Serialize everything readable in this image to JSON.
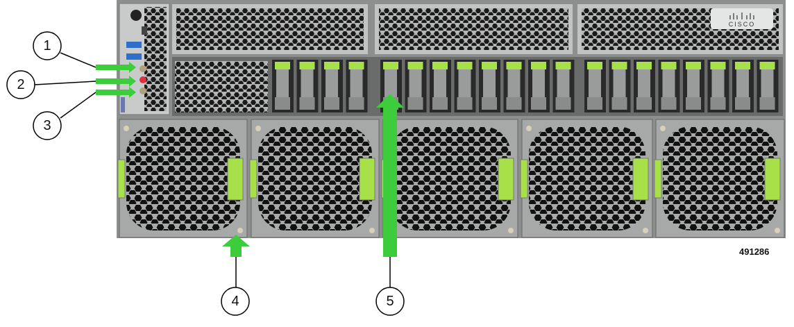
{
  "figure": {
    "figure_id": "491286",
    "logo_text": "CISCO",
    "callouts": [
      {
        "label": "1"
      },
      {
        "label": "2"
      },
      {
        "label": "3"
      },
      {
        "label": "4"
      },
      {
        "label": "5"
      }
    ],
    "colors": {
      "arrow": "#3ccc3c",
      "latch": "#a8e04a",
      "chassis": "#9a9c9c",
      "button_red": "#e03040"
    }
  }
}
